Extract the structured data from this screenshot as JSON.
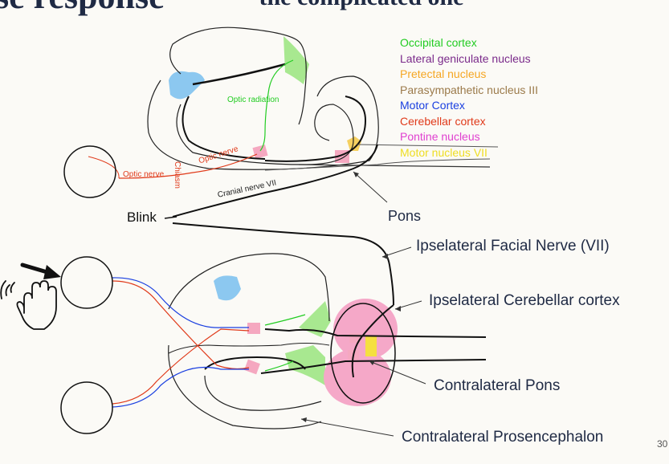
{
  "title": {
    "main": "se response",
    "sub": "– the complicated one"
  },
  "legend": [
    {
      "label": "Occipital cortex",
      "color": "#22cc22"
    },
    {
      "label": "Lateral geniculate nucleus",
      "color": "#7a2a8a"
    },
    {
      "label": "Pretectal nucleus",
      "color": "#f5a623"
    },
    {
      "label": "Parasympathetic nucleus III",
      "color": "#9b7a4a"
    },
    {
      "label": "Motor Cortex",
      "color": "#1a3fe0"
    },
    {
      "label": "Cerebellar cortex",
      "color": "#e03a1a"
    },
    {
      "label": "Pontine nucleus",
      "color": "#e040d0"
    },
    {
      "label": "Motor nucleus VII",
      "color": "#eedd22"
    }
  ],
  "labels": {
    "optic_radiation": "Optic radiation",
    "optic_nerve_1": "Optic nerve",
    "optic_nerve_2": "Optic nerve",
    "chiasm": "Chiasm",
    "cranial_nerve": "Cranial nerve VII",
    "blink": "Blink",
    "pons": "Pons",
    "ips_facial": "Ipselateral Facial Nerve (VII)",
    "ips_cerebellar": "Ipselateral Cerebellar cortex",
    "contra_pons": "Contralateral Pons",
    "contra_prosencephalon": "Contralateral Prosencephalon"
  },
  "icons": {
    "hand": "waving-hand-icon",
    "arrow": "pointing-arrow-icon"
  },
  "slide_number": "30"
}
